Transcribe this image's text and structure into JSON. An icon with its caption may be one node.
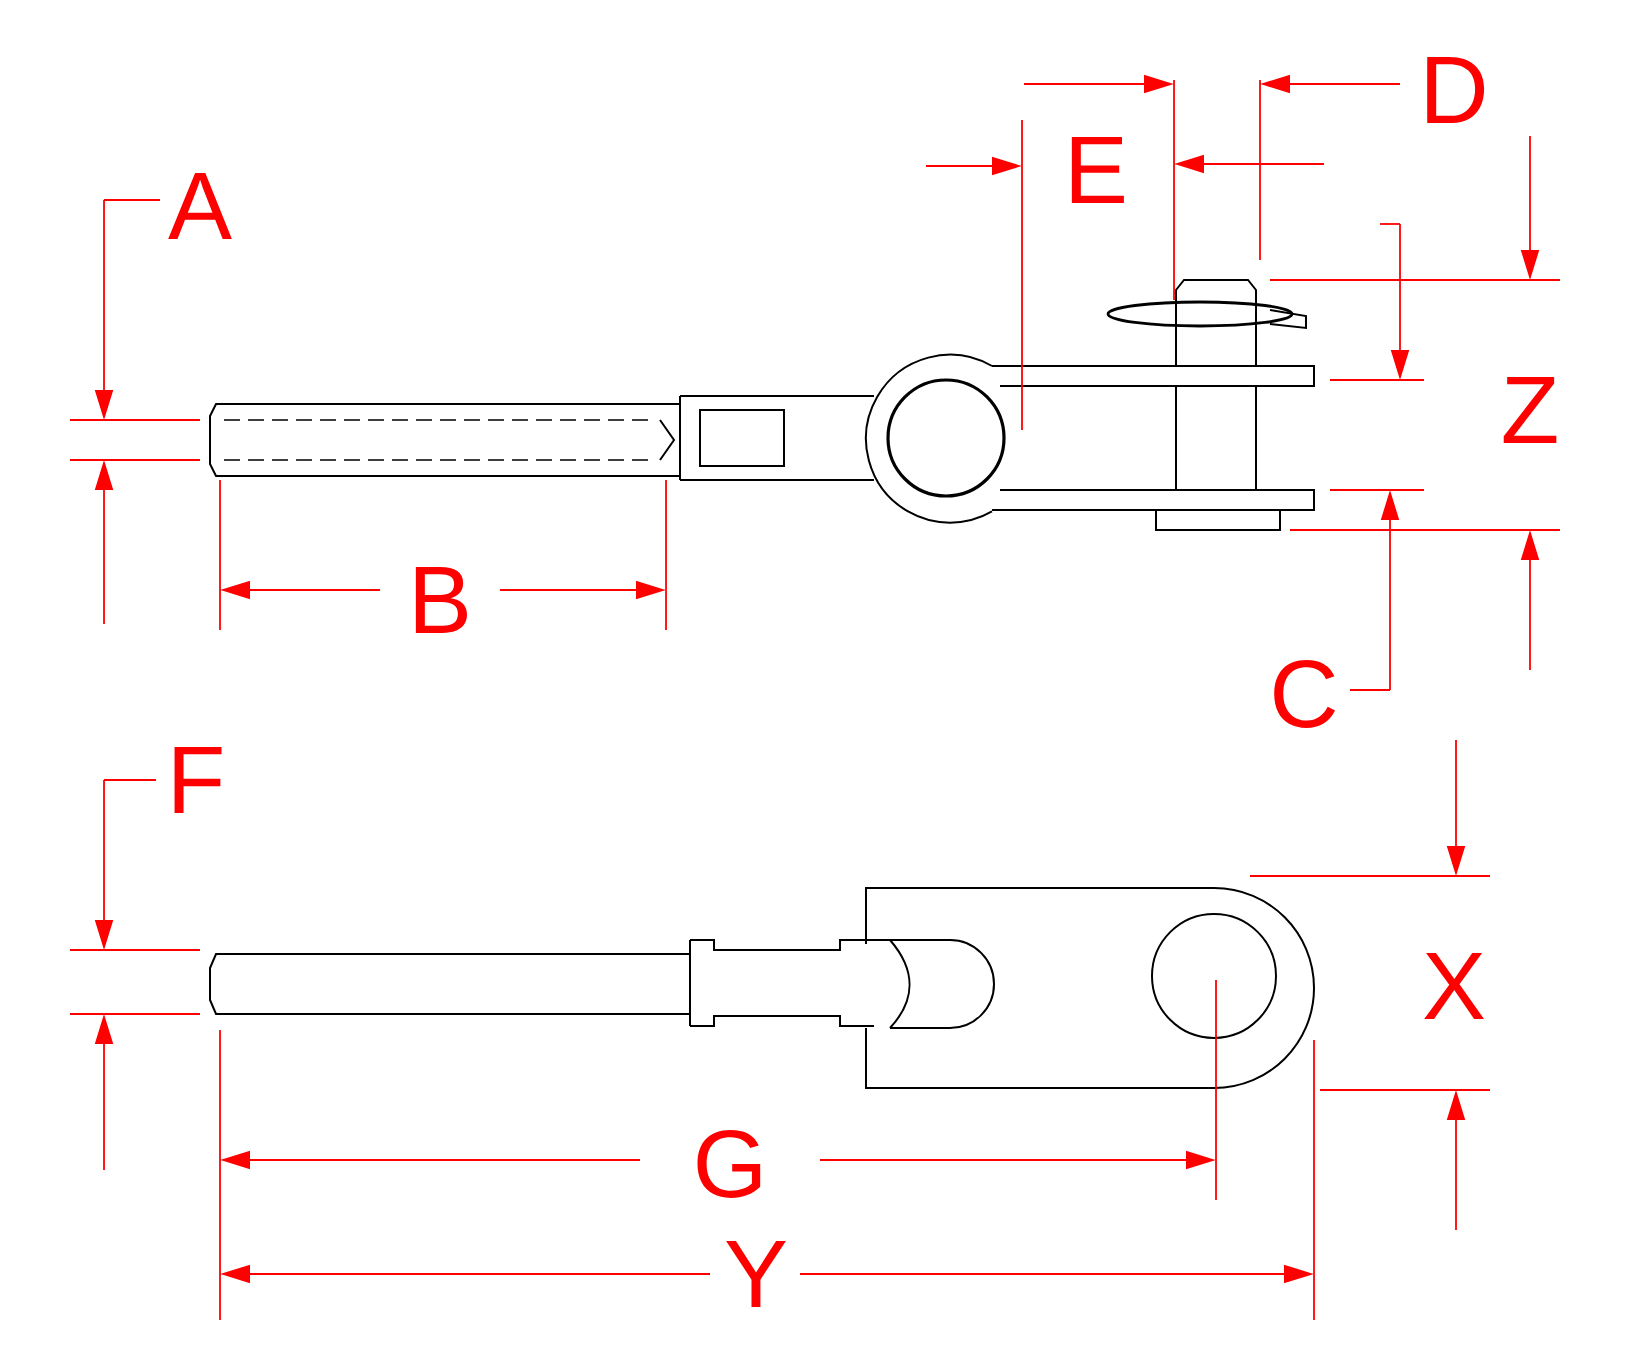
{
  "diagram": {
    "labels": [
      "D",
      "E",
      "A",
      "Z",
      "B",
      "C",
      "F",
      "X",
      "G",
      "Y"
    ]
  }
}
